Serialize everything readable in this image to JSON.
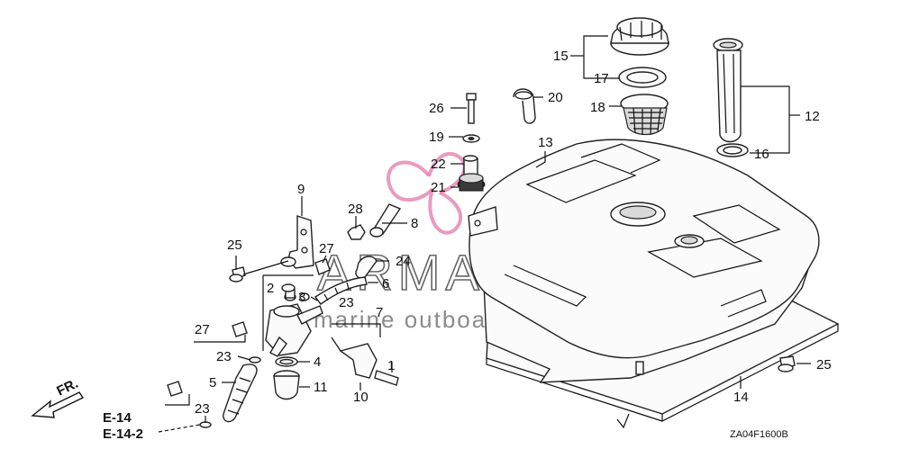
{
  "callouts": {
    "c1": "1",
    "c2": "2",
    "c3": "3",
    "c4": "4",
    "c5": "5",
    "c6": "6",
    "c7": "7",
    "c8": "8",
    "c9": "9",
    "c10": "10",
    "c11": "11",
    "c12": "12",
    "c13": "13",
    "c14": "14",
    "c15": "15",
    "c16": "16",
    "c17": "17",
    "c18": "18",
    "c19": "19",
    "c20": "20",
    "c21": "21",
    "c22": "22",
    "c23a": "23",
    "c23b": "23",
    "c23c": "23",
    "c24": "24",
    "c25a": "25",
    "c25b": "25",
    "c26": "26",
    "c27a": "27",
    "c27b": "27",
    "c28": "28"
  },
  "references": {
    "ref1": "E-14",
    "ref2": "E-14-2"
  },
  "direction_label": "FR.",
  "diagram_code": "ZA04F1600B",
  "watermark": {
    "brand": "ARMADA",
    "tagline": "marine outboards",
    "mark_color": "#e27aa8"
  }
}
